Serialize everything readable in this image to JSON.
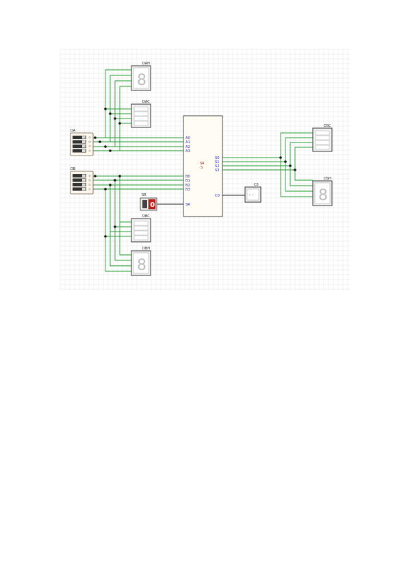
{
  "components": {
    "switch_a": {
      "label": "DA"
    },
    "switch_b": {
      "label": "DB"
    },
    "switch_sr": {
      "label": "SR",
      "value": "0"
    },
    "display_dah": {
      "label": "DAH",
      "digit": "8"
    },
    "display_dac": {
      "label": "DAC"
    },
    "display_dbc": {
      "label": "DBC"
    },
    "display_dbh": {
      "label": "DBH",
      "digit": "8"
    },
    "display_dsc": {
      "label": "DSC"
    },
    "display_dsh": {
      "label": "DSH",
      "digit": "8"
    },
    "display_c0": {
      "label": "C0",
      "value": "--"
    },
    "chip": {
      "name": "SR",
      "subname": "S",
      "inputs_a": [
        "A0",
        "A1",
        "A2",
        "A3"
      ],
      "inputs_b": [
        "B0",
        "B1",
        "B2",
        "B3"
      ],
      "input_sr": "SR",
      "outputs_s": [
        "S0",
        "S1",
        "S2",
        "S3"
      ],
      "output_c": "C0"
    }
  },
  "colors": {
    "wire": "#1f9a2f",
    "wire_dark": "#202020",
    "grid": "#d9d9d9",
    "chip_fill": "#fffdf3",
    "pin_text": "#2222cc",
    "seven_seg_digit": "#bdbdbd",
    "sr_switch": "#c21d1d"
  },
  "icons": {
    "dip_switch": "dip-switch-icon",
    "seven_segment": "seven-segment-display-icon",
    "bar_display": "bar-display-icon",
    "toggle": "toggle-switch-icon"
  }
}
